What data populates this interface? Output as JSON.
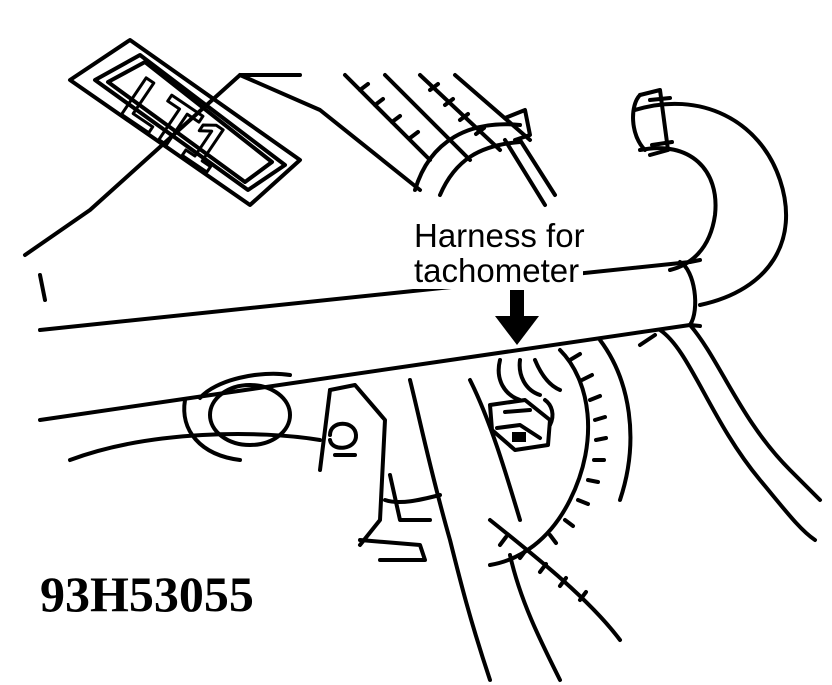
{
  "callout": {
    "line_1": "Harness for",
    "line_2": "tachometer"
  },
  "figure_id": "93H53055",
  "engine_emblem": "LT1",
  "colors": {
    "ink": "#000000",
    "paper": "#ffffff"
  },
  "icons": {
    "pointer": "down-arrow-icon"
  }
}
